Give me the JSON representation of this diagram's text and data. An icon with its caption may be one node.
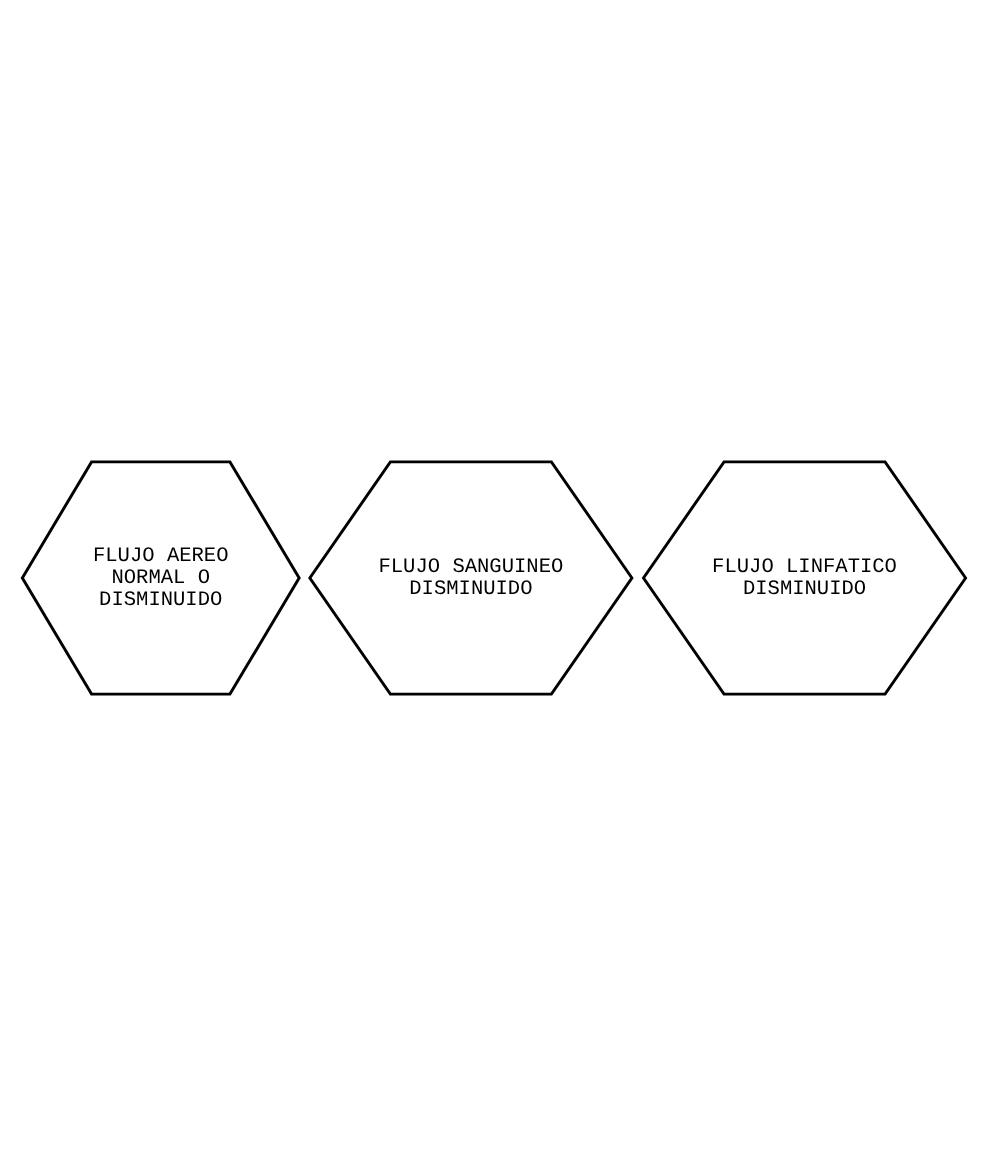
{
  "diagram": {
    "nodes": [
      {
        "text": [
          "FLUJO AEREO NORMAL O DISMINUIDO"
        ]
      },
      {
        "text": [
          "FLUJO SANGUINEO DISMINUIDO"
        ]
      },
      {
        "text": [
          "FLUJO LINFATICO DISMINUIDO"
        ]
      }
    ]
  }
}
